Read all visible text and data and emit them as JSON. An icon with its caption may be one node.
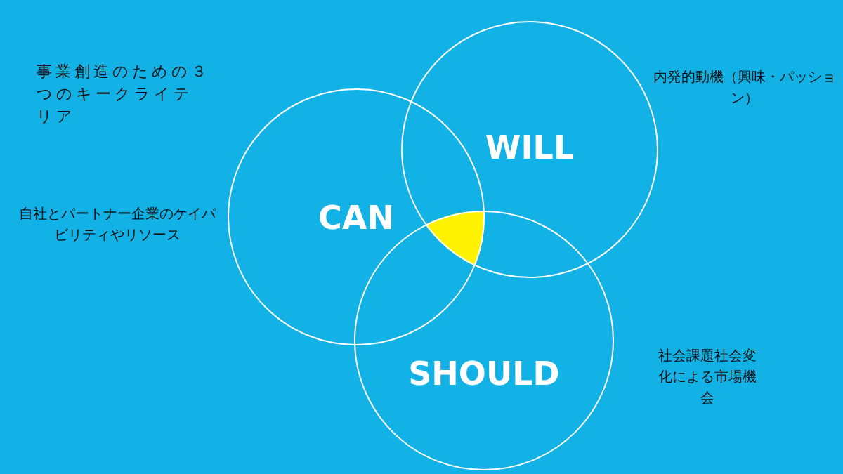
{
  "diagram": {
    "title": "事業創造のための３つのキークライテリア",
    "nodes": [
      {
        "text": [
          "CAN"
        ],
        "beside": [
          "自社とパートナー企業のケイパビリティやリソース"
        ]
      },
      {
        "text": [
          "WILL"
        ],
        "beside": [
          "内発的動機（興味・パッション）"
        ]
      },
      {
        "text": [
          "SHOULD"
        ],
        "beside": [
          "社会課題社会変化による市場機会"
        ]
      }
    ]
  }
}
